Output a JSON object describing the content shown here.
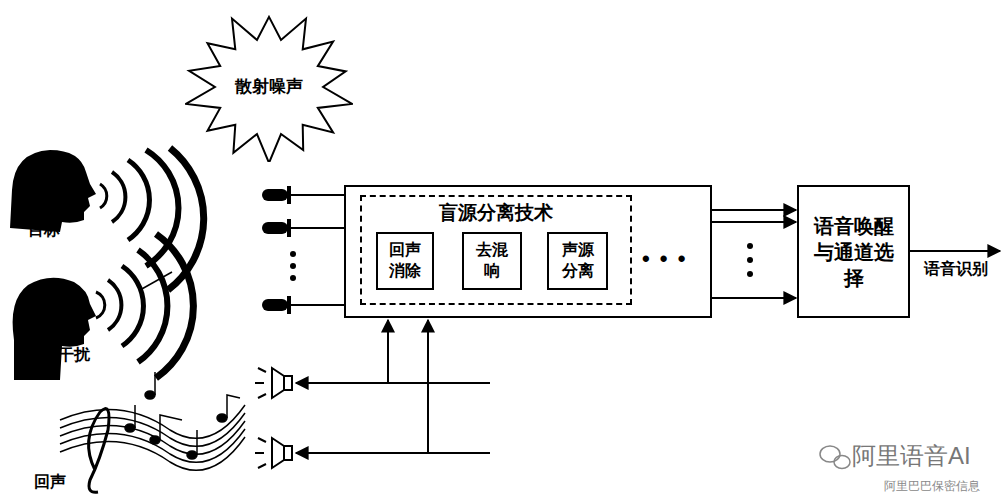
{
  "diagram": {
    "nodes": [
      {
        "text": [
          "散射噪声"
        ]
      },
      {
        "text": [
          "• • •"
        ]
      },
      {
        "text": [
          "盲源分离技术"
        ],
        "in": 1
      },
      {
        "text": [
          "回声消除"
        ],
        "in": 2
      },
      {
        "text": [
          "去混响"
        ],
        "in": 2
      },
      {
        "text": [
          "声源分离"
        ],
        "in": 2
      },
      {
        "text": [
          "语音唤醒与通道选择"
        ]
      }
    ],
    "edges": [
      {
        "from": 1,
        "to": 6,
        "arrow": "to"
      },
      {
        "from": 1,
        "to": 6,
        "arrow": "to"
      },
      {
        "from": 1,
        "to": 6,
        "arrow": "to"
      }
    ],
    "labels": [
      "目标",
      "干扰",
      "回声",
      "语音识别",
      "阿里语音AI",
      "阿里巴巴保密信息"
    ]
  }
}
